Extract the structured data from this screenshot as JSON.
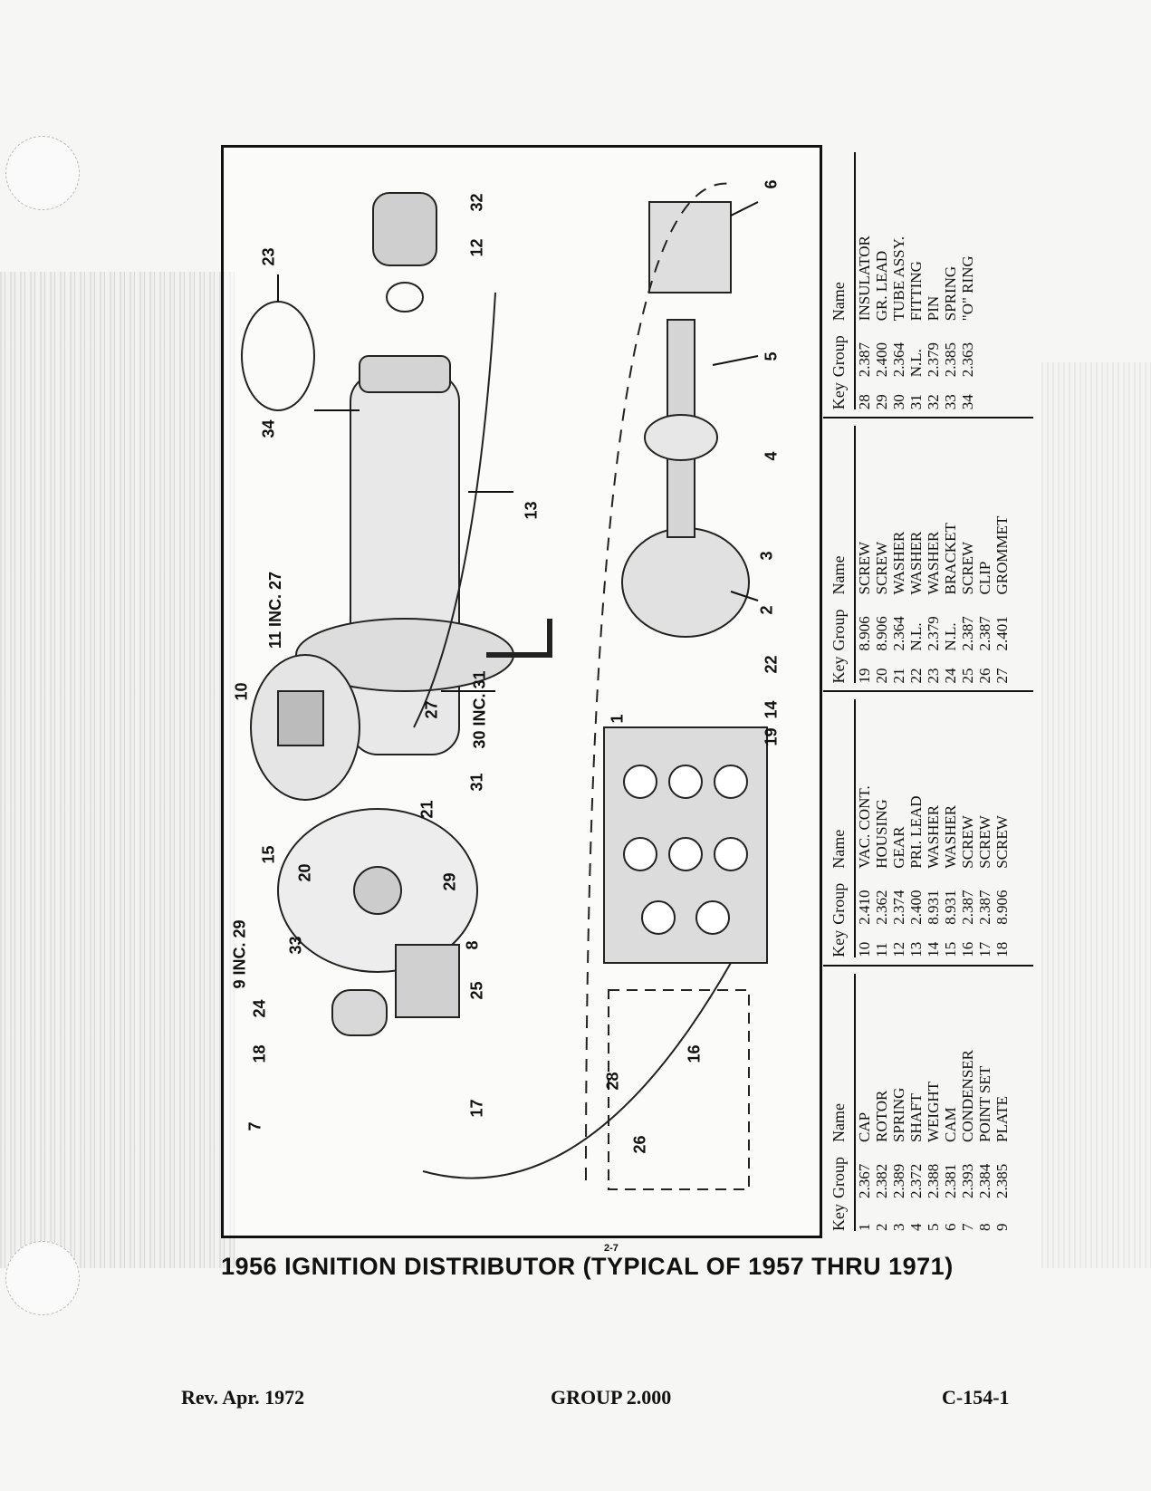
{
  "page_caption_small": "2-7",
  "page_caption": "1956 IGNITION DISTRIBUTOR (TYPICAL OF 1957 THRU 1971)",
  "footer": {
    "left": "Rev. Apr. 1972",
    "center": "GROUP 2.000",
    "right": "C-154-1"
  },
  "table_headers": {
    "key": "Key",
    "group": "Group",
    "name": "Name"
  },
  "parts_columns": [
    [
      {
        "key": "1",
        "group": "2.367",
        "name": "CAP"
      },
      {
        "key": "2",
        "group": "2.382",
        "name": "ROTOR"
      },
      {
        "key": "3",
        "group": "2.389",
        "name": "SPRING"
      },
      {
        "key": "4",
        "group": "2.372",
        "name": "SHAFT"
      },
      {
        "key": "5",
        "group": "2.388",
        "name": "WEIGHT"
      },
      {
        "key": "6",
        "group": "2.381",
        "name": "CAM"
      },
      {
        "key": "7",
        "group": "2.393",
        "name": "CONDENSER"
      },
      {
        "key": "8",
        "group": "2.384",
        "name": "POINT SET"
      },
      {
        "key": "9",
        "group": "2.385",
        "name": "PLATE"
      }
    ],
    [
      {
        "key": "10",
        "group": "2.410",
        "name": "VAC. CONT."
      },
      {
        "key": "11",
        "group": "2.362",
        "name": "HOUSING"
      },
      {
        "key": "12",
        "group": "2.374",
        "name": "GEAR"
      },
      {
        "key": "13",
        "group": "2.400",
        "name": "PRI. LEAD"
      },
      {
        "key": "14",
        "group": "8.931",
        "name": "WASHER"
      },
      {
        "key": "15",
        "group": "8.931",
        "name": "WASHER"
      },
      {
        "key": "16",
        "group": "2.387",
        "name": "SCREW"
      },
      {
        "key": "17",
        "group": "2.387",
        "name": "SCREW"
      },
      {
        "key": "18",
        "group": "8.906",
        "name": "SCREW"
      }
    ],
    [
      {
        "key": "19",
        "group": "8.906",
        "name": "SCREW"
      },
      {
        "key": "20",
        "group": "8.906",
        "name": "SCREW"
      },
      {
        "key": "21",
        "group": "2.364",
        "name": "WASHER"
      },
      {
        "key": "22",
        "group": "N.L.",
        "name": "WASHER"
      },
      {
        "key": "23",
        "group": "2.379",
        "name": "WASHER"
      },
      {
        "key": "24",
        "group": "N.L.",
        "name": "BRACKET"
      },
      {
        "key": "25",
        "group": "2.387",
        "name": "SCREW"
      },
      {
        "key": "26",
        "group": "2.387",
        "name": "CLIP"
      },
      {
        "key": "27",
        "group": "2.401",
        "name": "GROMMET"
      }
    ],
    [
      {
        "key": "28",
        "group": "2.387",
        "name": "INSULATOR"
      },
      {
        "key": "29",
        "group": "2.400",
        "name": "GR. LEAD"
      },
      {
        "key": "30",
        "group": "2.364",
        "name": "TUBE ASSY."
      },
      {
        "key": "31",
        "group": "N.L.",
        "name": "FITTING"
      },
      {
        "key": "32",
        "group": "2.379",
        "name": "PIN"
      },
      {
        "key": "33",
        "group": "2.385",
        "name": "SPRING"
      },
      {
        "key": "34",
        "group": "2.363",
        "name": "\"O\" RING"
      }
    ]
  ],
  "callouts": {
    "c1": "1",
    "c2": "2",
    "c3": "3",
    "c4": "4",
    "c5": "5",
    "c6": "6",
    "c7": "7",
    "c8": "8",
    "c9": "9 INC. 29",
    "c10": "10",
    "c11": "11 INC. 27",
    "c12": "12",
    "c13": "13",
    "c14": "14",
    "c15": "15",
    "c16": "16",
    "c17": "17",
    "c18": "18",
    "c19": "19",
    "c20": "20",
    "c21": "21",
    "c22": "22",
    "c23": "23",
    "c24": "24",
    "c25": "25",
    "c26": "26",
    "c27": "27",
    "c28": "28",
    "c29": "29",
    "c30": "30 INC. 31",
    "c31": "31",
    "c32": "32",
    "c33": "33",
    "c34": "34"
  }
}
